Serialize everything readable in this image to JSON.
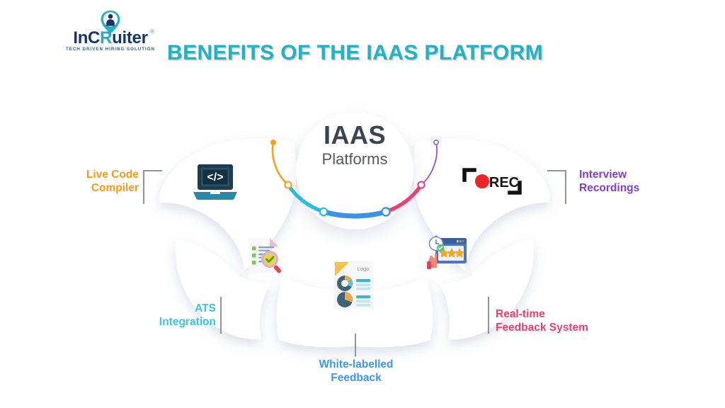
{
  "brand": {
    "logo_word_part1": "InC",
    "logo_word_part2": "R",
    "logo_word_part3": "uiter",
    "logo_word_full": "InCRuiter",
    "registered_mark": "®",
    "tagline": "TECH DRIVEN HIRING SOLUTION",
    "mark_icon": "location-pin-person-icon"
  },
  "header": {
    "title": "BENEFITS OF THE IAAS PLATFORM",
    "title_color": "#22b2c4"
  },
  "hub": {
    "title": "IAAS",
    "subtitle": "Platforms"
  },
  "arc": {
    "segments": [
      {
        "name": "live-code-compiler",
        "color": "#F7A01E"
      },
      {
        "name": "ats-integration",
        "color": "#2CBBE0"
      },
      {
        "name": "white-labelled-feedback",
        "color": "#3B93E8"
      },
      {
        "name": "real-time-feedback-system",
        "color": "#EE3D6E"
      },
      {
        "name": "interview-recordings",
        "color": "#8C52E0"
      }
    ]
  },
  "benefits": [
    {
      "id": "live-code-compiler",
      "label_line1": "Live Code",
      "label_line2": "Compiler",
      "color": "#F79A1B",
      "icon": "laptop-code-icon",
      "position": "left-upper"
    },
    {
      "id": "ats-integration",
      "label_line1": "ATS",
      "label_line2": "Integration",
      "color": "#3AC6E0",
      "icon": "document-search-check-icon",
      "position": "left-lower"
    },
    {
      "id": "white-labelled-feedback",
      "label_line1": "White-labelled",
      "label_line2": "Feedback",
      "color": "#3E96EC",
      "icon": "branded-report-icon",
      "icon_text": "Logo",
      "position": "bottom-center"
    },
    {
      "id": "real-time-feedback-system",
      "label_line1": "Real-time",
      "label_line2": "Feedback System",
      "color": "#EE3E6E",
      "icon": "star-rating-window-icon",
      "position": "right-lower"
    },
    {
      "id": "interview-recordings",
      "label_line1": "Interview",
      "label_line2": "Recordings",
      "color": "#7E3FD6",
      "icon": "rec-camera-icon",
      "icon_text": "REC",
      "position": "right-upper"
    }
  ]
}
